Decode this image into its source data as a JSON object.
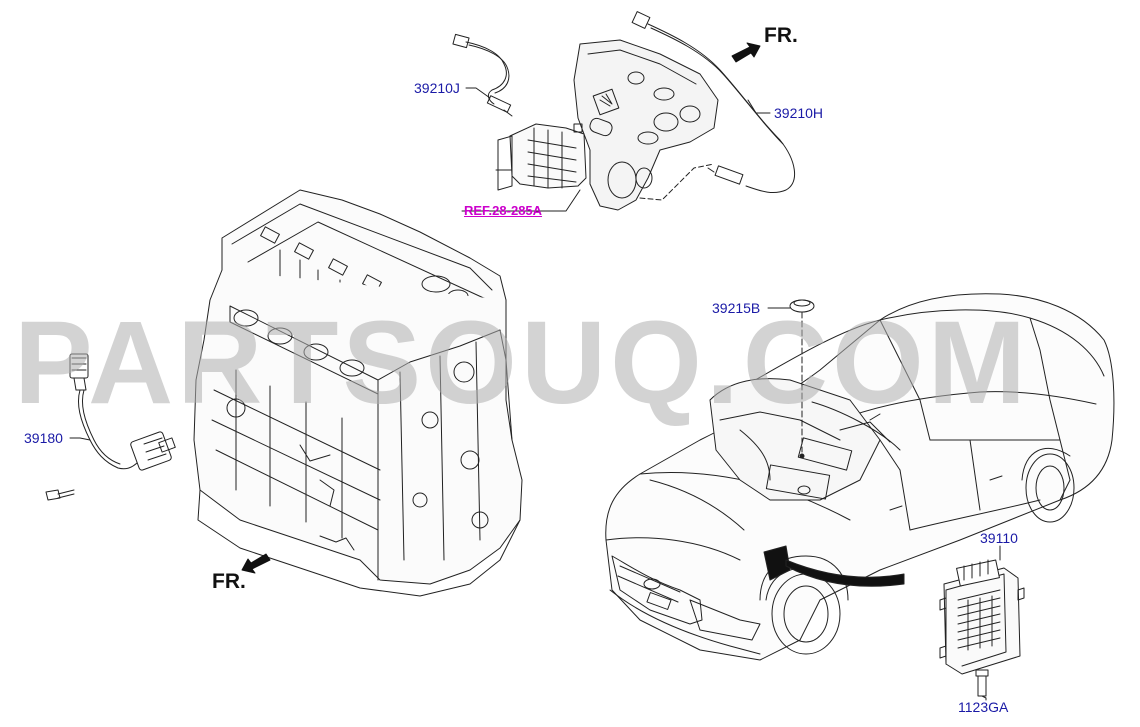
{
  "watermark": "PARTSOUQ.COM",
  "direction_labels": {
    "top": "FR.",
    "bottom": "FR."
  },
  "parts": {
    "p39210J": "39210J",
    "p39210H": "39210H",
    "ref": "REF.28-285A",
    "p39215B": "39215B",
    "p39180": "39180",
    "p39110": "39110",
    "p1123GA": "1123GA"
  },
  "colors": {
    "part_number": "#1a1aa6",
    "reference": "#cc00cc",
    "line_art": "#222222",
    "watermark": "#afafaf"
  }
}
